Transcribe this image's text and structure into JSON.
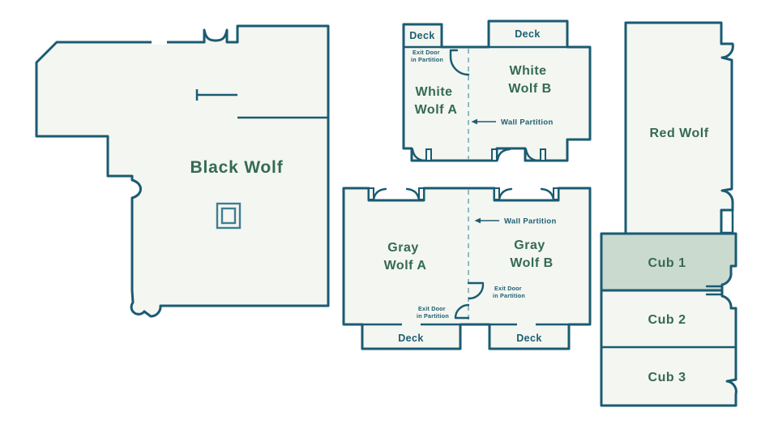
{
  "palette": {
    "background": "#ffffff",
    "wall": "#1a5b72",
    "room-fill": "#f4f6f1",
    "cub1-fill": "#cbdacf",
    "room-label": "#346a54",
    "annotation": "#1d5d70",
    "partition": "#8fbac1",
    "icon": "#3f7d92"
  },
  "rooms": {
    "black_wolf": {
      "label": "Black Wolf"
    },
    "white_wolf_a": {
      "line1": "White",
      "line2": "Wolf A"
    },
    "white_wolf_b": {
      "line1": "White",
      "line2": "Wolf B"
    },
    "gray_wolf_a": {
      "line1": "Gray",
      "line2": "Wolf A"
    },
    "gray_wolf_b": {
      "line1": "Gray",
      "line2": "Wolf B"
    },
    "red_wolf": {
      "label": "Red Wolf"
    },
    "cub_1": {
      "label": "Cub 1"
    },
    "cub_2": {
      "label": "Cub 2"
    },
    "cub_3": {
      "label": "Cub 3"
    }
  },
  "decks": {
    "white_a": {
      "label": "Deck"
    },
    "white_b": {
      "label": "Deck"
    },
    "gray_a": {
      "label": "Deck"
    },
    "gray_b": {
      "label": "Deck"
    }
  },
  "annotations": {
    "wall_partition_white": {
      "label": "Wall Partition"
    },
    "wall_partition_gray": {
      "label": "Wall Partition"
    },
    "exit_door_white": {
      "line1": "Exit Door",
      "line2": "in Partition"
    },
    "exit_door_gray_b": {
      "line1": "Exit Door",
      "line2": "in Partition"
    },
    "exit_door_gray_a": {
      "line1": "Exit Door",
      "line2": "in Partition"
    }
  }
}
